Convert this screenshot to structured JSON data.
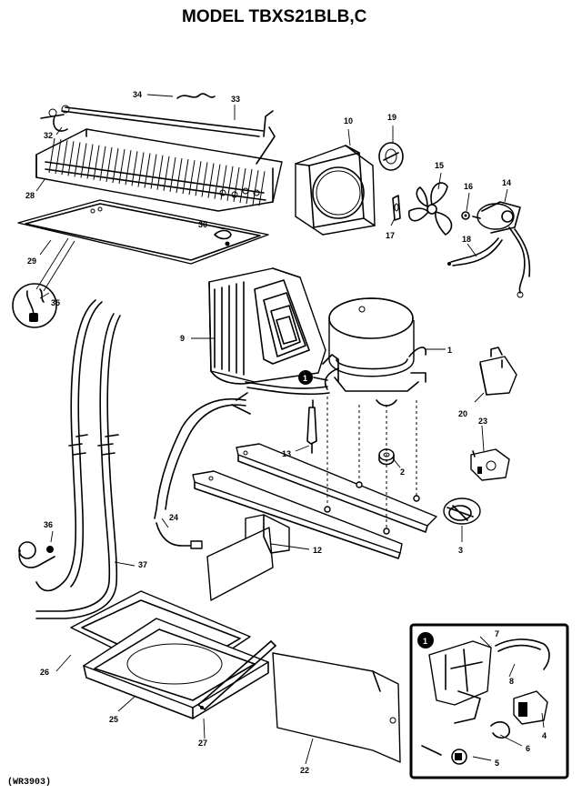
{
  "title": "MODEL TBXS21BLB,C",
  "footer_code": "(WR3903)",
  "inset_marker": "1",
  "callouts": {
    "c1": "1",
    "c2": "2",
    "c3": "3",
    "c4": "4",
    "c5": "5",
    "c6": "6",
    "c7": "7",
    "c8": "8",
    "c9": "9",
    "c10": "10",
    "c12": "12",
    "c13": "13",
    "c14": "14",
    "c15": "15",
    "c16": "16",
    "c17": "17",
    "c18": "18",
    "c19": "19",
    "c20": "20",
    "c22": "22",
    "c23": "23",
    "c24": "24",
    "c25": "25",
    "c26": "26",
    "c27": "27",
    "c28": "28",
    "c29": "29",
    "c30": "30",
    "c32": "32",
    "c33": "33",
    "c34": "34",
    "c35": "35",
    "c36": "36",
    "c37": "37"
  }
}
